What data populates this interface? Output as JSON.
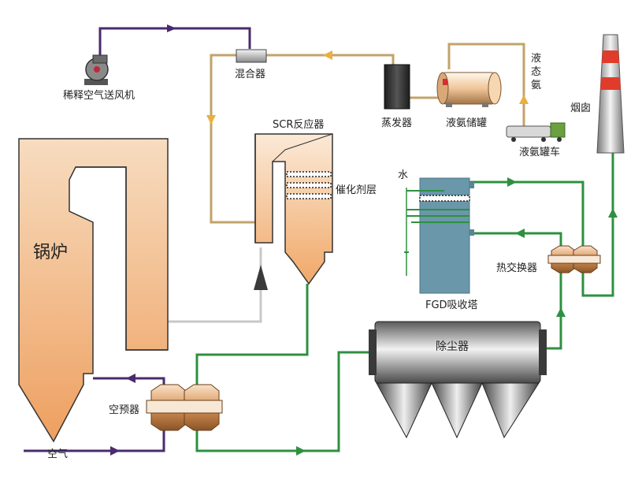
{
  "labels": {
    "dilution_fan": "稀释空气送风机",
    "mixer": "混合器",
    "scr_reactor": "SCR反应器",
    "catalyst_layer": "催化剂层",
    "boiler": "锅炉",
    "evaporator": "蒸发器",
    "ammonia_tank": "液氨储罐",
    "liquid_ammonia_vertical": [
      "液",
      "态",
      "氨"
    ],
    "ammonia_truck": "液氨罐车",
    "chimney": "烟囱",
    "water": "水",
    "fgd_tower": "FGD吸收塔",
    "heat_exchanger": "热交换器",
    "dust_collector": "除尘器",
    "air_preheater": "空预器",
    "air": "空气"
  },
  "colors": {
    "purple_line": "#4b2a6e",
    "tan_line": "#c2a36a",
    "green_line": "#2e9040",
    "gray_line": "#c8c8c8",
    "boiler_fill_top": "#f5d2ae",
    "boiler_fill_bottom": "#eea060",
    "fgd_fill": "#6a97aa",
    "dust_dark": "#3f3f3f",
    "chimney_red": "#e03c2c"
  }
}
